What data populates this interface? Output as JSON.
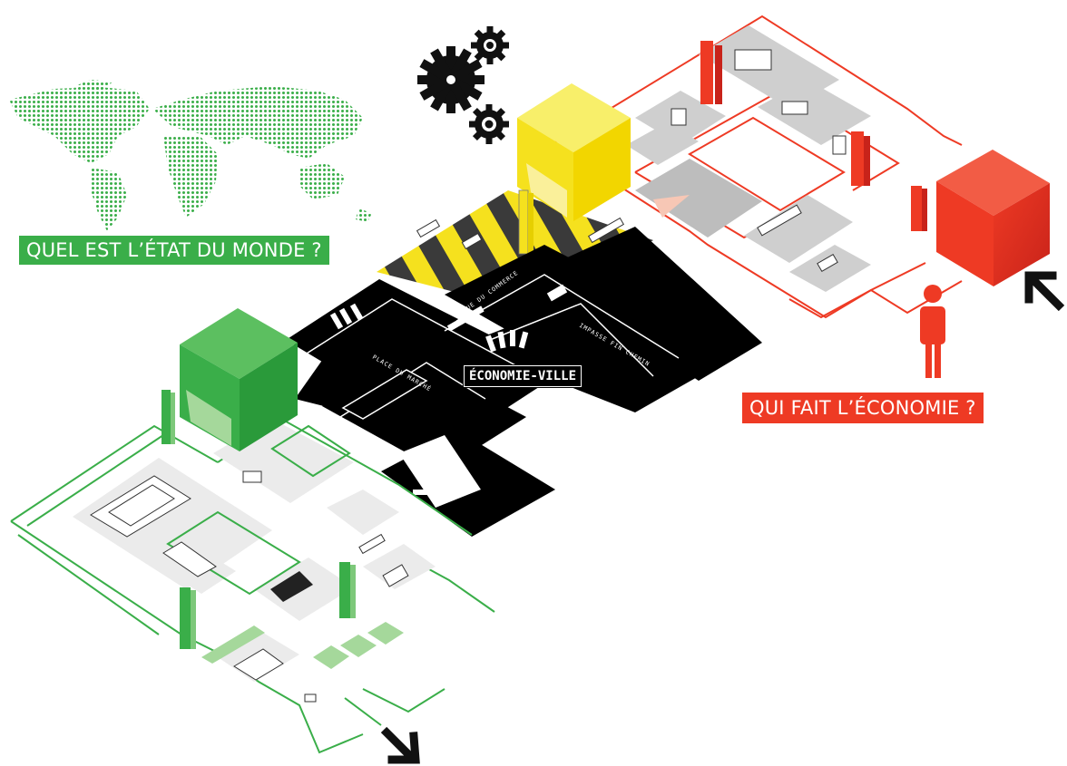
{
  "labels": {
    "world": "QUEL EST L’ÉTAT DU MONDE ?",
    "economy": "QUI FAIT L’ÉCONOMIE ?",
    "city": "ÉCONOMIE-VILLE"
  },
  "streets": {
    "market": "PLACE DU MARCHÉ",
    "commerce": "RUE DU COMMERCE",
    "impasse": "IMPASSE FIN CHEMIN"
  },
  "icons": [
    "world-map-icon",
    "gears-icon",
    "person-icon",
    "arrow-up-left-icon",
    "arrow-down-right-icon"
  ],
  "colors": {
    "green": "#3aae49",
    "red": "#ee3a24",
    "yellow": "#f5e11e",
    "black": "#000000",
    "grey": "#d9d9d9"
  }
}
